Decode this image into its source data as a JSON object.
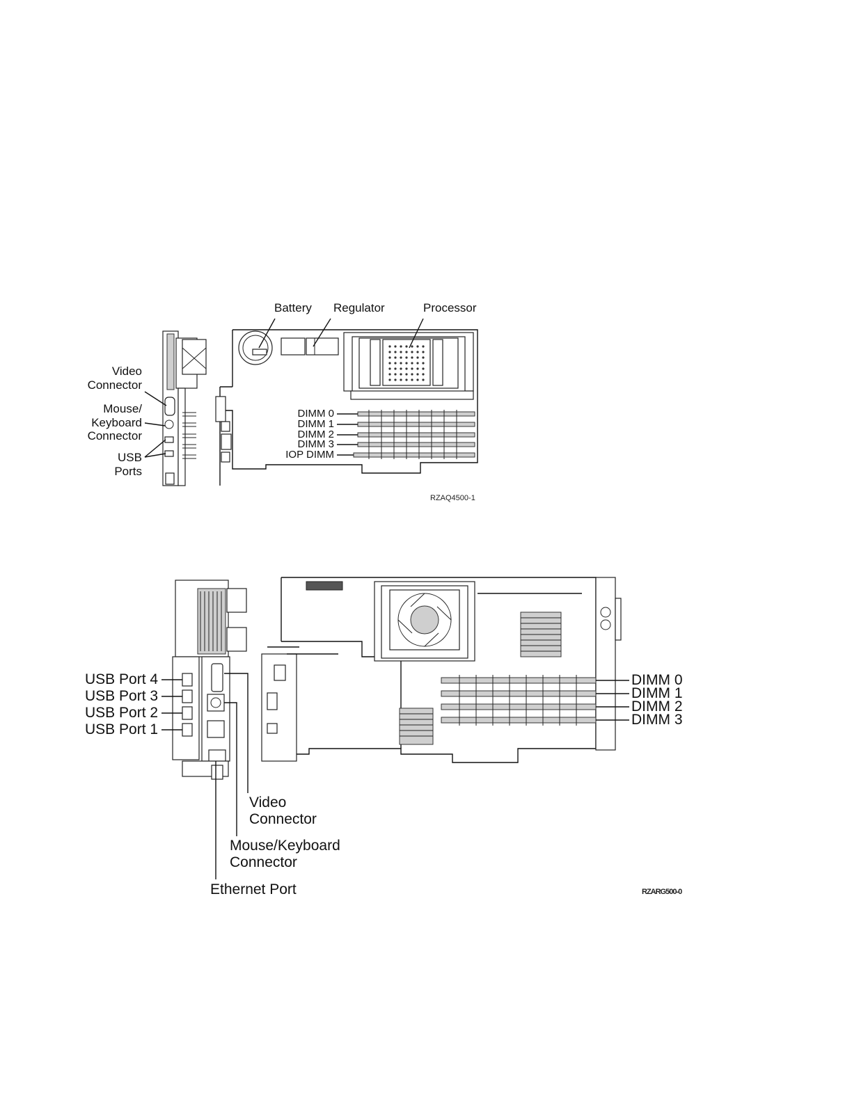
{
  "figure1": {
    "labels": {
      "battery": "Battery",
      "regulator": "Regulator",
      "processor": "Processor",
      "video_line1": "Video",
      "video_line2": "Connector",
      "mouse_line1": "Mouse/",
      "mouse_line2": "Keyboard",
      "mouse_line3": "Connector",
      "usb_line1": "USB",
      "usb_line2": "Ports",
      "dimm0": "DIMM 0",
      "dimm1": "DIMM 1",
      "dimm2": "DIMM 2",
      "dimm3": "DIMM 3",
      "iop_dimm": "IOP DIMM"
    },
    "figure_id": "RZAQ4500-1"
  },
  "figure2": {
    "labels": {
      "usb_port4": "USB Port 4",
      "usb_port3": "USB Port 3",
      "usb_port2": "USB Port 2",
      "usb_port1": "USB Port 1",
      "dimm0": "DIMM 0",
      "dimm1": "DIMM 1",
      "dimm2": "DIMM 2",
      "dimm3": "DIMM 3",
      "video_line1": "Video",
      "video_line2": "Connector",
      "mouse_line1": "Mouse/Keyboard",
      "mouse_line2": "Connector",
      "ethernet": "Ethernet Port"
    },
    "figure_id": "RZARG500-0"
  }
}
